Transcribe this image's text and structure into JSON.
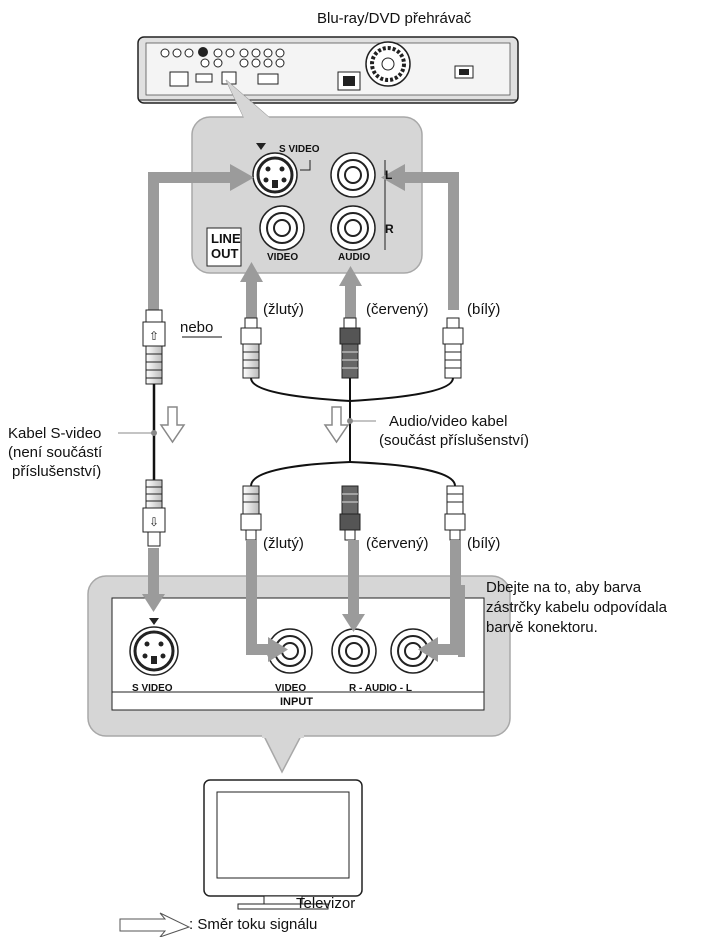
{
  "player": {
    "title": "Blu-ray/DVD přehrávač"
  },
  "player_panel": {
    "s_video": "S VIDEO",
    "line_out_1": "LINE",
    "line_out_2": "OUT",
    "video": "VIDEO",
    "audio": "AUDIO",
    "left": "L",
    "right": "R"
  },
  "cables": {
    "or_label": "nebo",
    "yellow": "(žlutý)",
    "red": "(červený)",
    "white": "(bílý)",
    "svideo_cable_1": "Kabel S-video",
    "svideo_cable_2": "(není součástí",
    "svideo_cable_3": "příslušenství)",
    "av_cable_1": "Audio/video kabel",
    "av_cable_2": "(součást příslušenství)"
  },
  "tv_panel": {
    "s_video": "S VIDEO",
    "video": "VIDEO",
    "audio": "R - AUDIO - L",
    "input": "INPUT"
  },
  "note": {
    "line1": "Dbejte na to, aby barva",
    "line2": "zástrčky kabelu odpovídala",
    "line3": "barvě konektoru."
  },
  "tv": {
    "label": "Televizor"
  },
  "legend": {
    "text": ": Směr toku signálu"
  }
}
